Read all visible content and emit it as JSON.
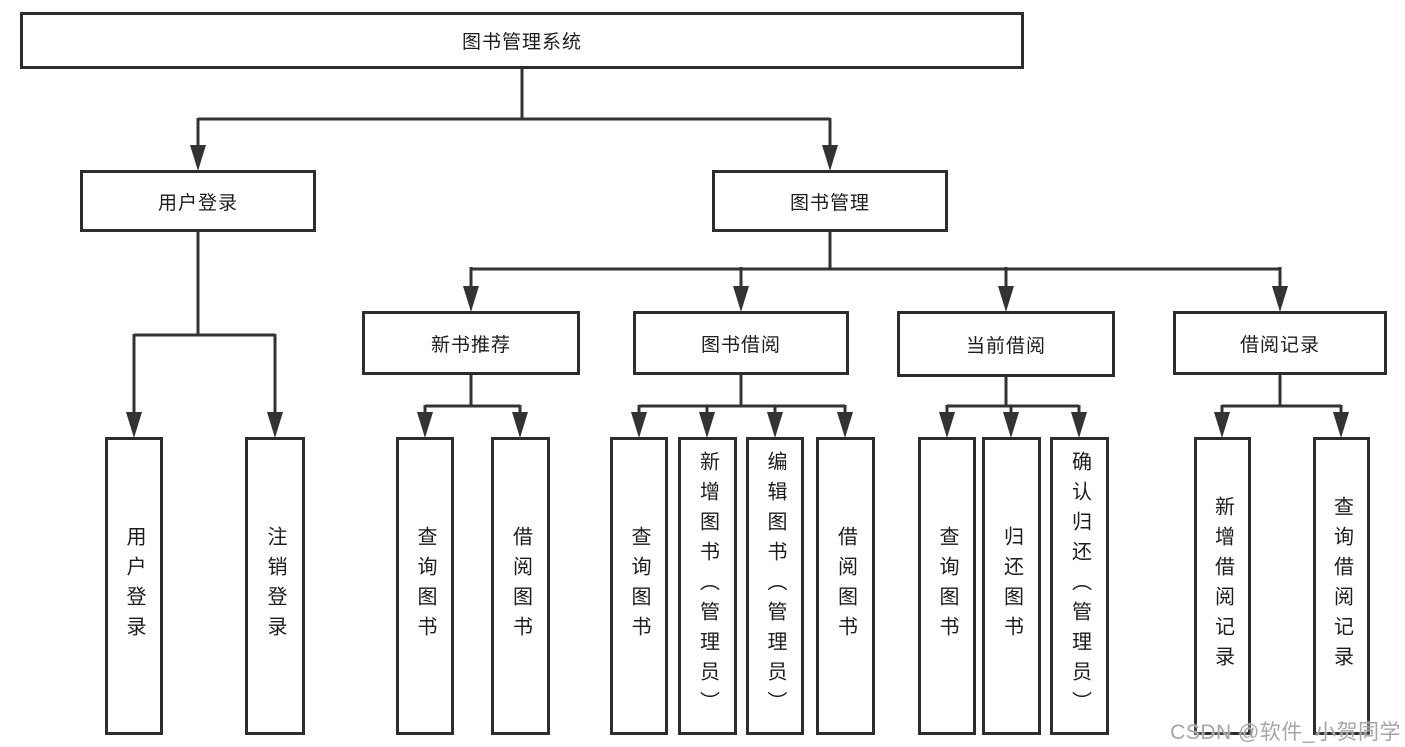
{
  "diagram": {
    "type": "hierarchy",
    "tree": {
      "label": "图书管理系统",
      "children": [
        {
          "label": "用户登录",
          "children": [
            {
              "label": "用户登录"
            },
            {
              "label": "注销登录"
            }
          ]
        },
        {
          "label": "图书管理",
          "children": [
            {
              "label": "新书推荐",
              "children": [
                {
                  "label": "查询图书"
                },
                {
                  "label": "借阅图书"
                }
              ]
            },
            {
              "label": "图书借阅",
              "children": [
                {
                  "label": "查询图书"
                },
                {
                  "label": "新增图书（管理员）"
                },
                {
                  "label": "编辑图书（管理员）"
                },
                {
                  "label": "借阅图书"
                }
              ]
            },
            {
              "label": "当前借阅",
              "children": [
                {
                  "label": "查询图书"
                },
                {
                  "label": "归还图书"
                },
                {
                  "label": "确认归还（管理员）"
                }
              ]
            },
            {
              "label": "借阅记录",
              "children": [
                {
                  "label": "新增借阅记录"
                },
                {
                  "label": "查询借阅记录"
                }
              ]
            }
          ]
        }
      ]
    }
  },
  "watermark": {
    "text": "CSDN @软件_小贺同学"
  },
  "theme": {
    "line": "#333333",
    "border": "#2d2d2d",
    "text": "#1c1c1c",
    "bg": "#ffffff",
    "watermark": "#a6a6a6"
  }
}
